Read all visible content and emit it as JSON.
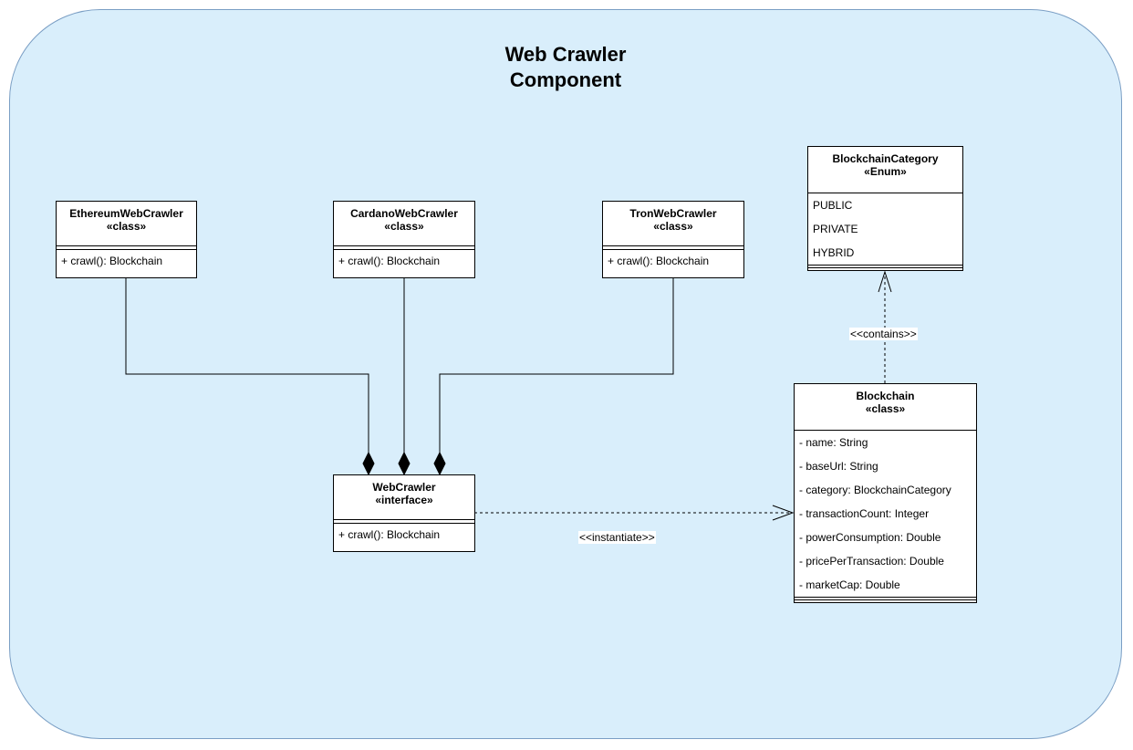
{
  "diagram": {
    "title_line1": "Web Crawler",
    "title_line2": "Component"
  },
  "classes": {
    "ethereum": {
      "name": "EthereumWebCrawler",
      "stereotype": "«class»",
      "operations": [
        "+ crawl(): Blockchain"
      ]
    },
    "cardano": {
      "name": "CardanoWebCrawler",
      "stereotype": "«class»",
      "operations": [
        "+ crawl(): Blockchain"
      ]
    },
    "tron": {
      "name": "TronWebCrawler",
      "stereotype": "«class»",
      "operations": [
        "+ crawl(): Blockchain"
      ]
    },
    "webcrawler": {
      "name": "WebCrawler",
      "stereotype": "«interface»",
      "operations": [
        "+ crawl(): Blockchain"
      ]
    },
    "blockchain": {
      "name": "Blockchain",
      "stereotype": "«class»",
      "attributes": [
        "- name: String",
        "- baseUrl: String",
        "- category: BlockchainCategory",
        "- transactionCount: Integer",
        "- powerConsumption: Double",
        "- pricePerTransaction: Double",
        "- marketCap: Double"
      ]
    },
    "category": {
      "name": "BlockchainCategory",
      "stereotype": "«Enum»",
      "literals": [
        "PUBLIC",
        "PRIVATE",
        "HYBRID"
      ]
    }
  },
  "relations": {
    "contains_label": "<<contains>>",
    "instantiate_label": "<<instantiate>>"
  },
  "colors": {
    "container_fill": "#d9eefb",
    "container_stroke": "#7a9ec4",
    "box_fill": "#ffffff",
    "line": "#000000"
  }
}
